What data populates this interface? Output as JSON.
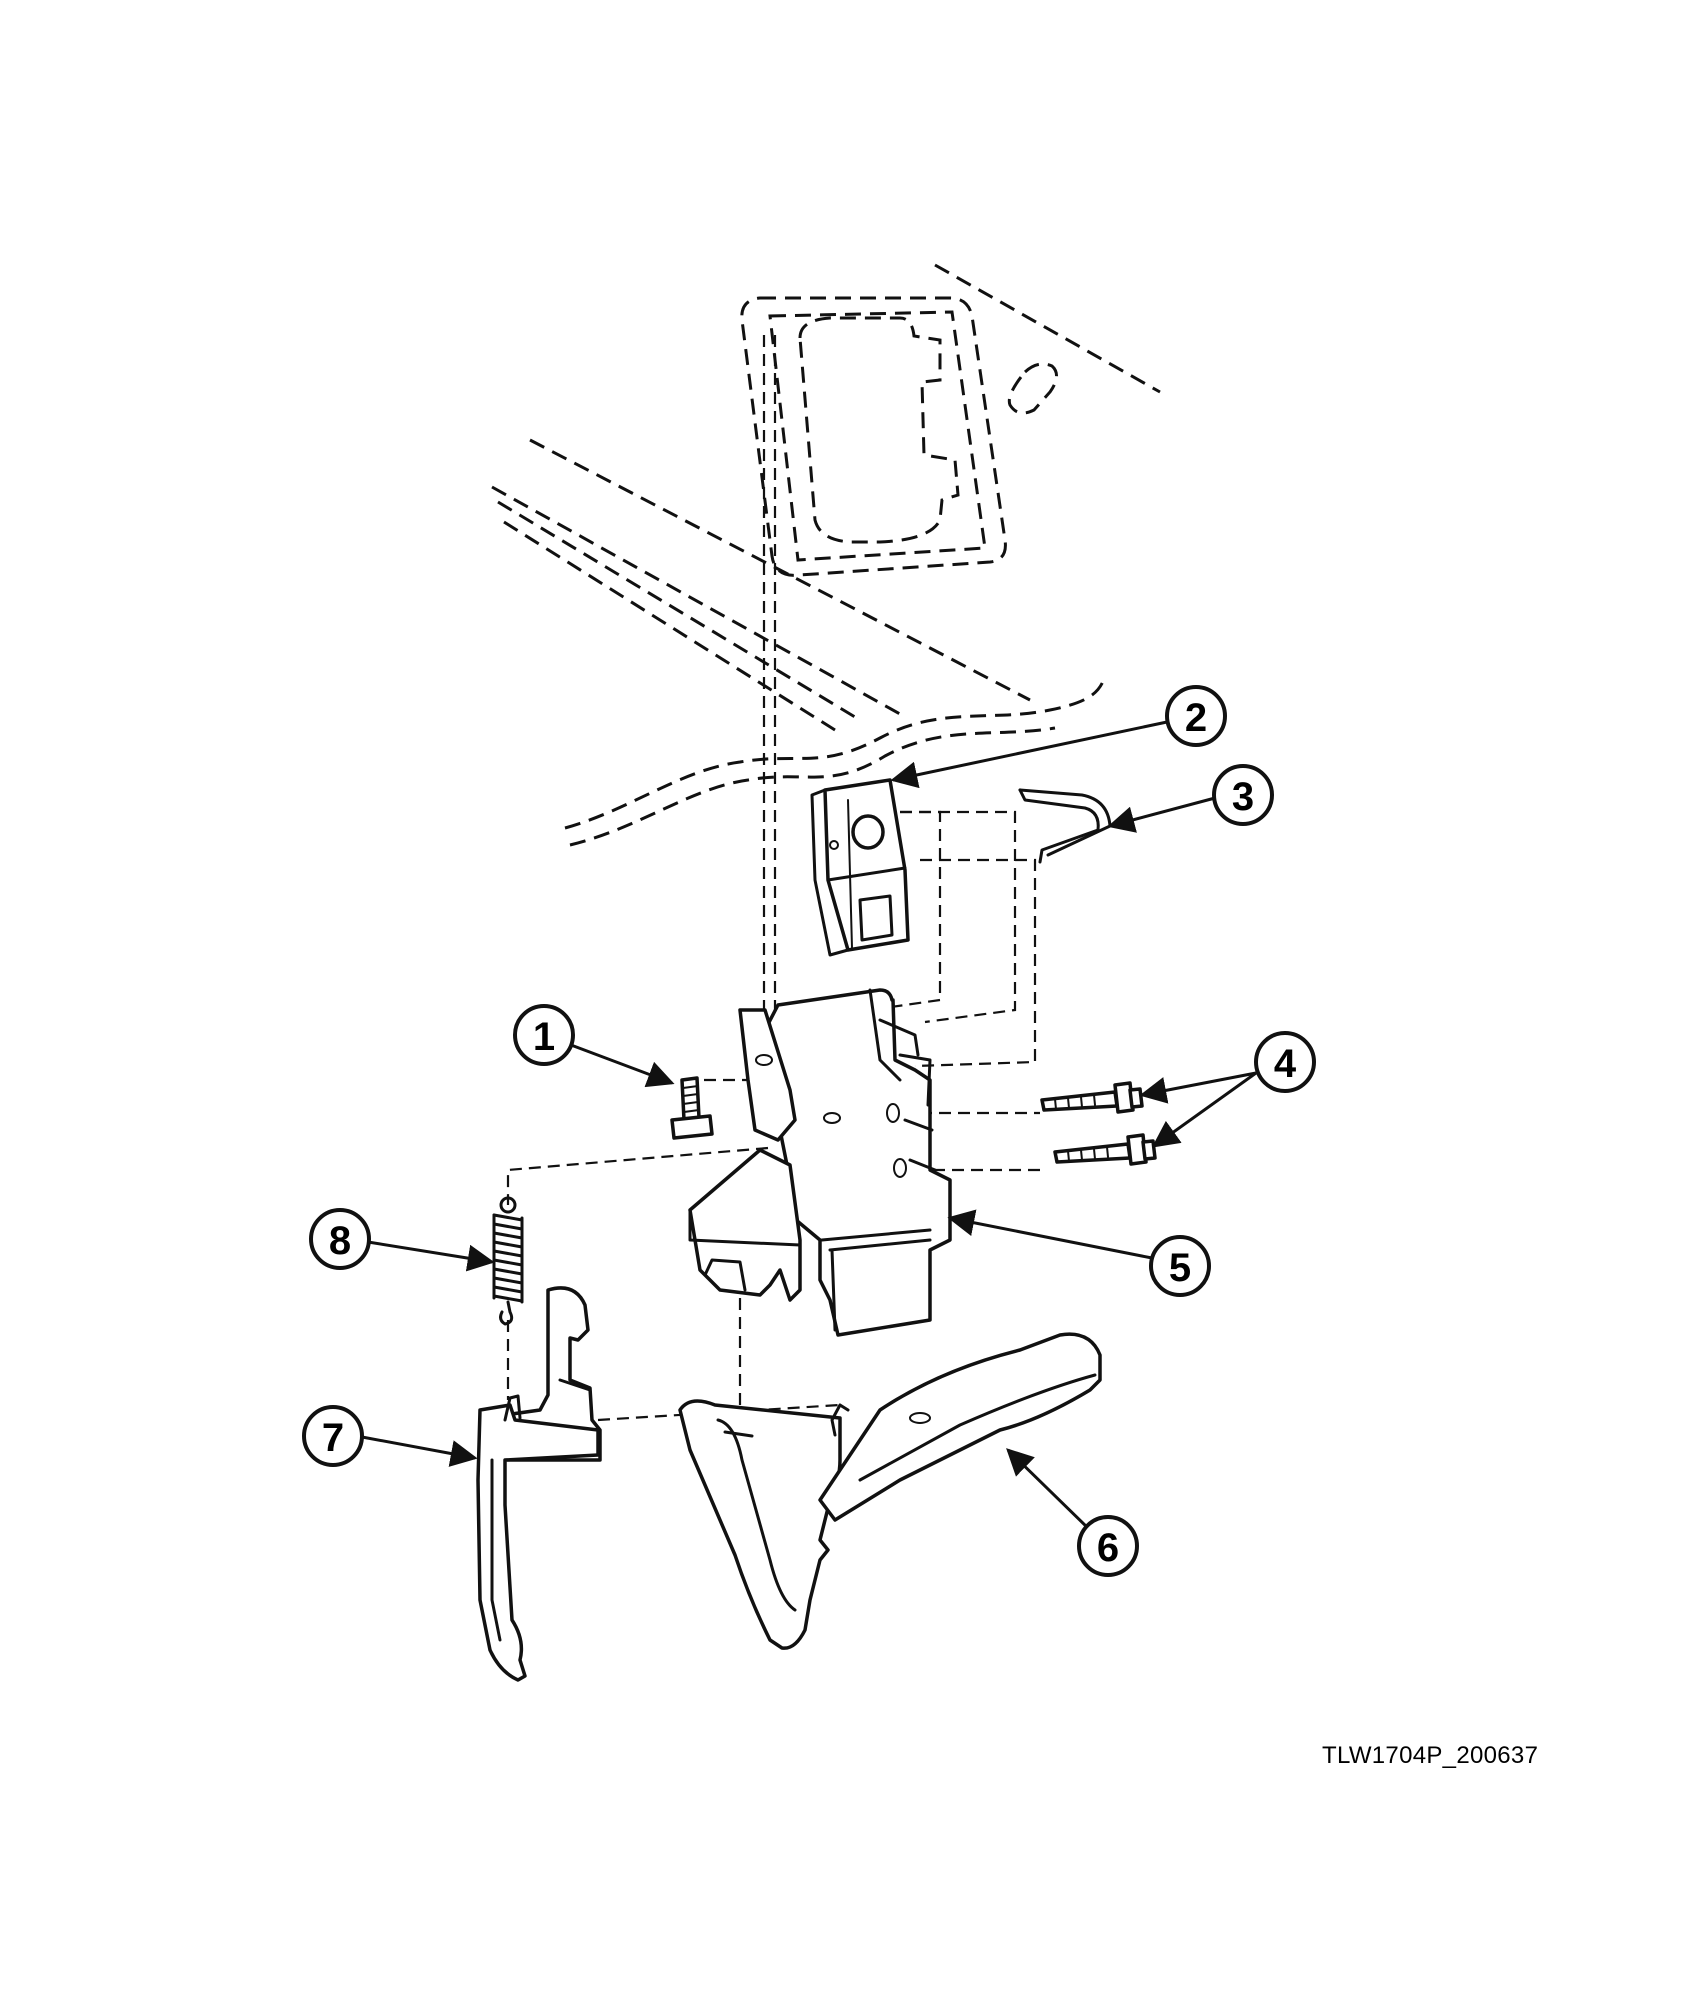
{
  "figure_code": "TLW1704P_200637",
  "callouts": [
    {
      "id": "1",
      "label": "1"
    },
    {
      "id": "2",
      "label": "2"
    },
    {
      "id": "3",
      "label": "3"
    },
    {
      "id": "4",
      "label": "4"
    },
    {
      "id": "5",
      "label": "5"
    },
    {
      "id": "6",
      "label": "6"
    },
    {
      "id": "7",
      "label": "7"
    },
    {
      "id": "8",
      "label": "8"
    }
  ]
}
